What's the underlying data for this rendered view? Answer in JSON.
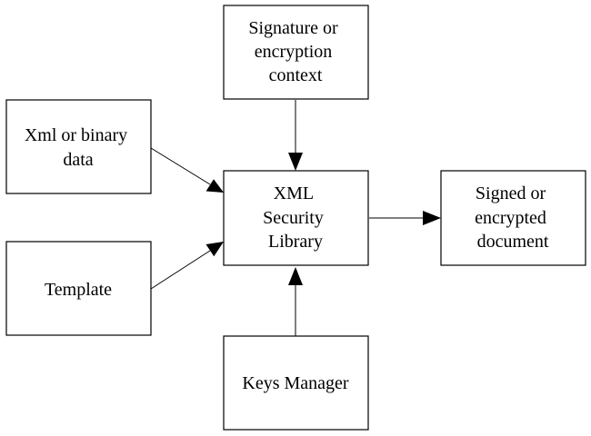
{
  "diagram": {
    "nodes": {
      "context": {
        "lines": [
          "Signature or",
          "encryption",
          "context"
        ]
      },
      "xml_data": {
        "lines": [
          "Xml or binary",
          "data"
        ]
      },
      "library": {
        "lines": [
          "XML",
          "Security",
          "Library"
        ]
      },
      "output": {
        "lines": [
          "Signed or",
          "encrypted",
          "document"
        ]
      },
      "template": {
        "lines": [
          "Template"
        ]
      },
      "keys_manager": {
        "lines": [
          "Keys Manager"
        ]
      }
    },
    "edges": [
      {
        "from": "context",
        "to": "library"
      },
      {
        "from": "xml_data",
        "to": "library"
      },
      {
        "from": "template",
        "to": "library"
      },
      {
        "from": "keys_manager",
        "to": "library"
      },
      {
        "from": "library",
        "to": "output"
      }
    ]
  }
}
